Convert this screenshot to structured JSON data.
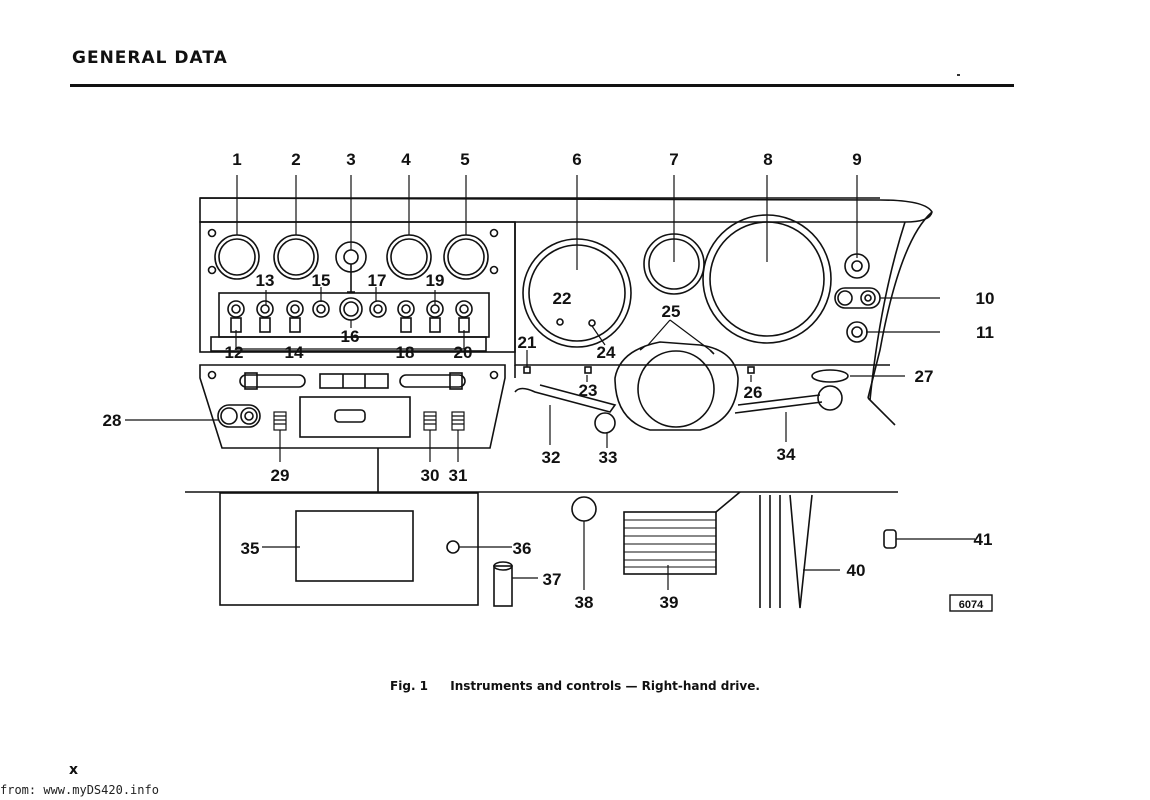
{
  "page": {
    "header": "GENERAL DATA",
    "page_number": "x",
    "source": "from: www.myDS420.info"
  },
  "figure": {
    "caption_fig": "Fig. 1",
    "caption_text": "Instruments and controls — Right-hand drive.",
    "ref_number": "6074",
    "callouts": [
      "1",
      "2",
      "3",
      "4",
      "5",
      "6",
      "7",
      "8",
      "9",
      "10",
      "11",
      "12",
      "13",
      "14",
      "15",
      "16",
      "17",
      "18",
      "19",
      "20",
      "21",
      "22",
      "23",
      "24",
      "25",
      "26",
      "27",
      "28",
      "29",
      "30",
      "31",
      "32",
      "33",
      "34",
      "35",
      "36",
      "37",
      "38",
      "39",
      "40",
      "41"
    ]
  }
}
